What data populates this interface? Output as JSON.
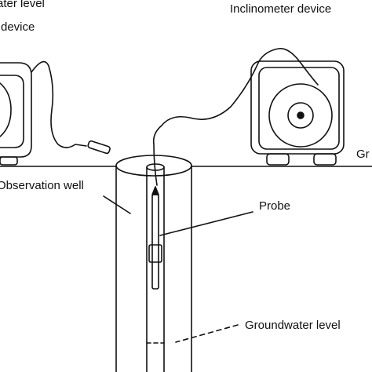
{
  "labels": {
    "water_level_device_line1": "ater level",
    "water_level_device_line2": "device",
    "inclinometer_device": "Inclinometer device",
    "ground": "Gr",
    "observation_well": "Observation well",
    "probe": "Probe",
    "groundwater_level": "Groundwater level"
  }
}
